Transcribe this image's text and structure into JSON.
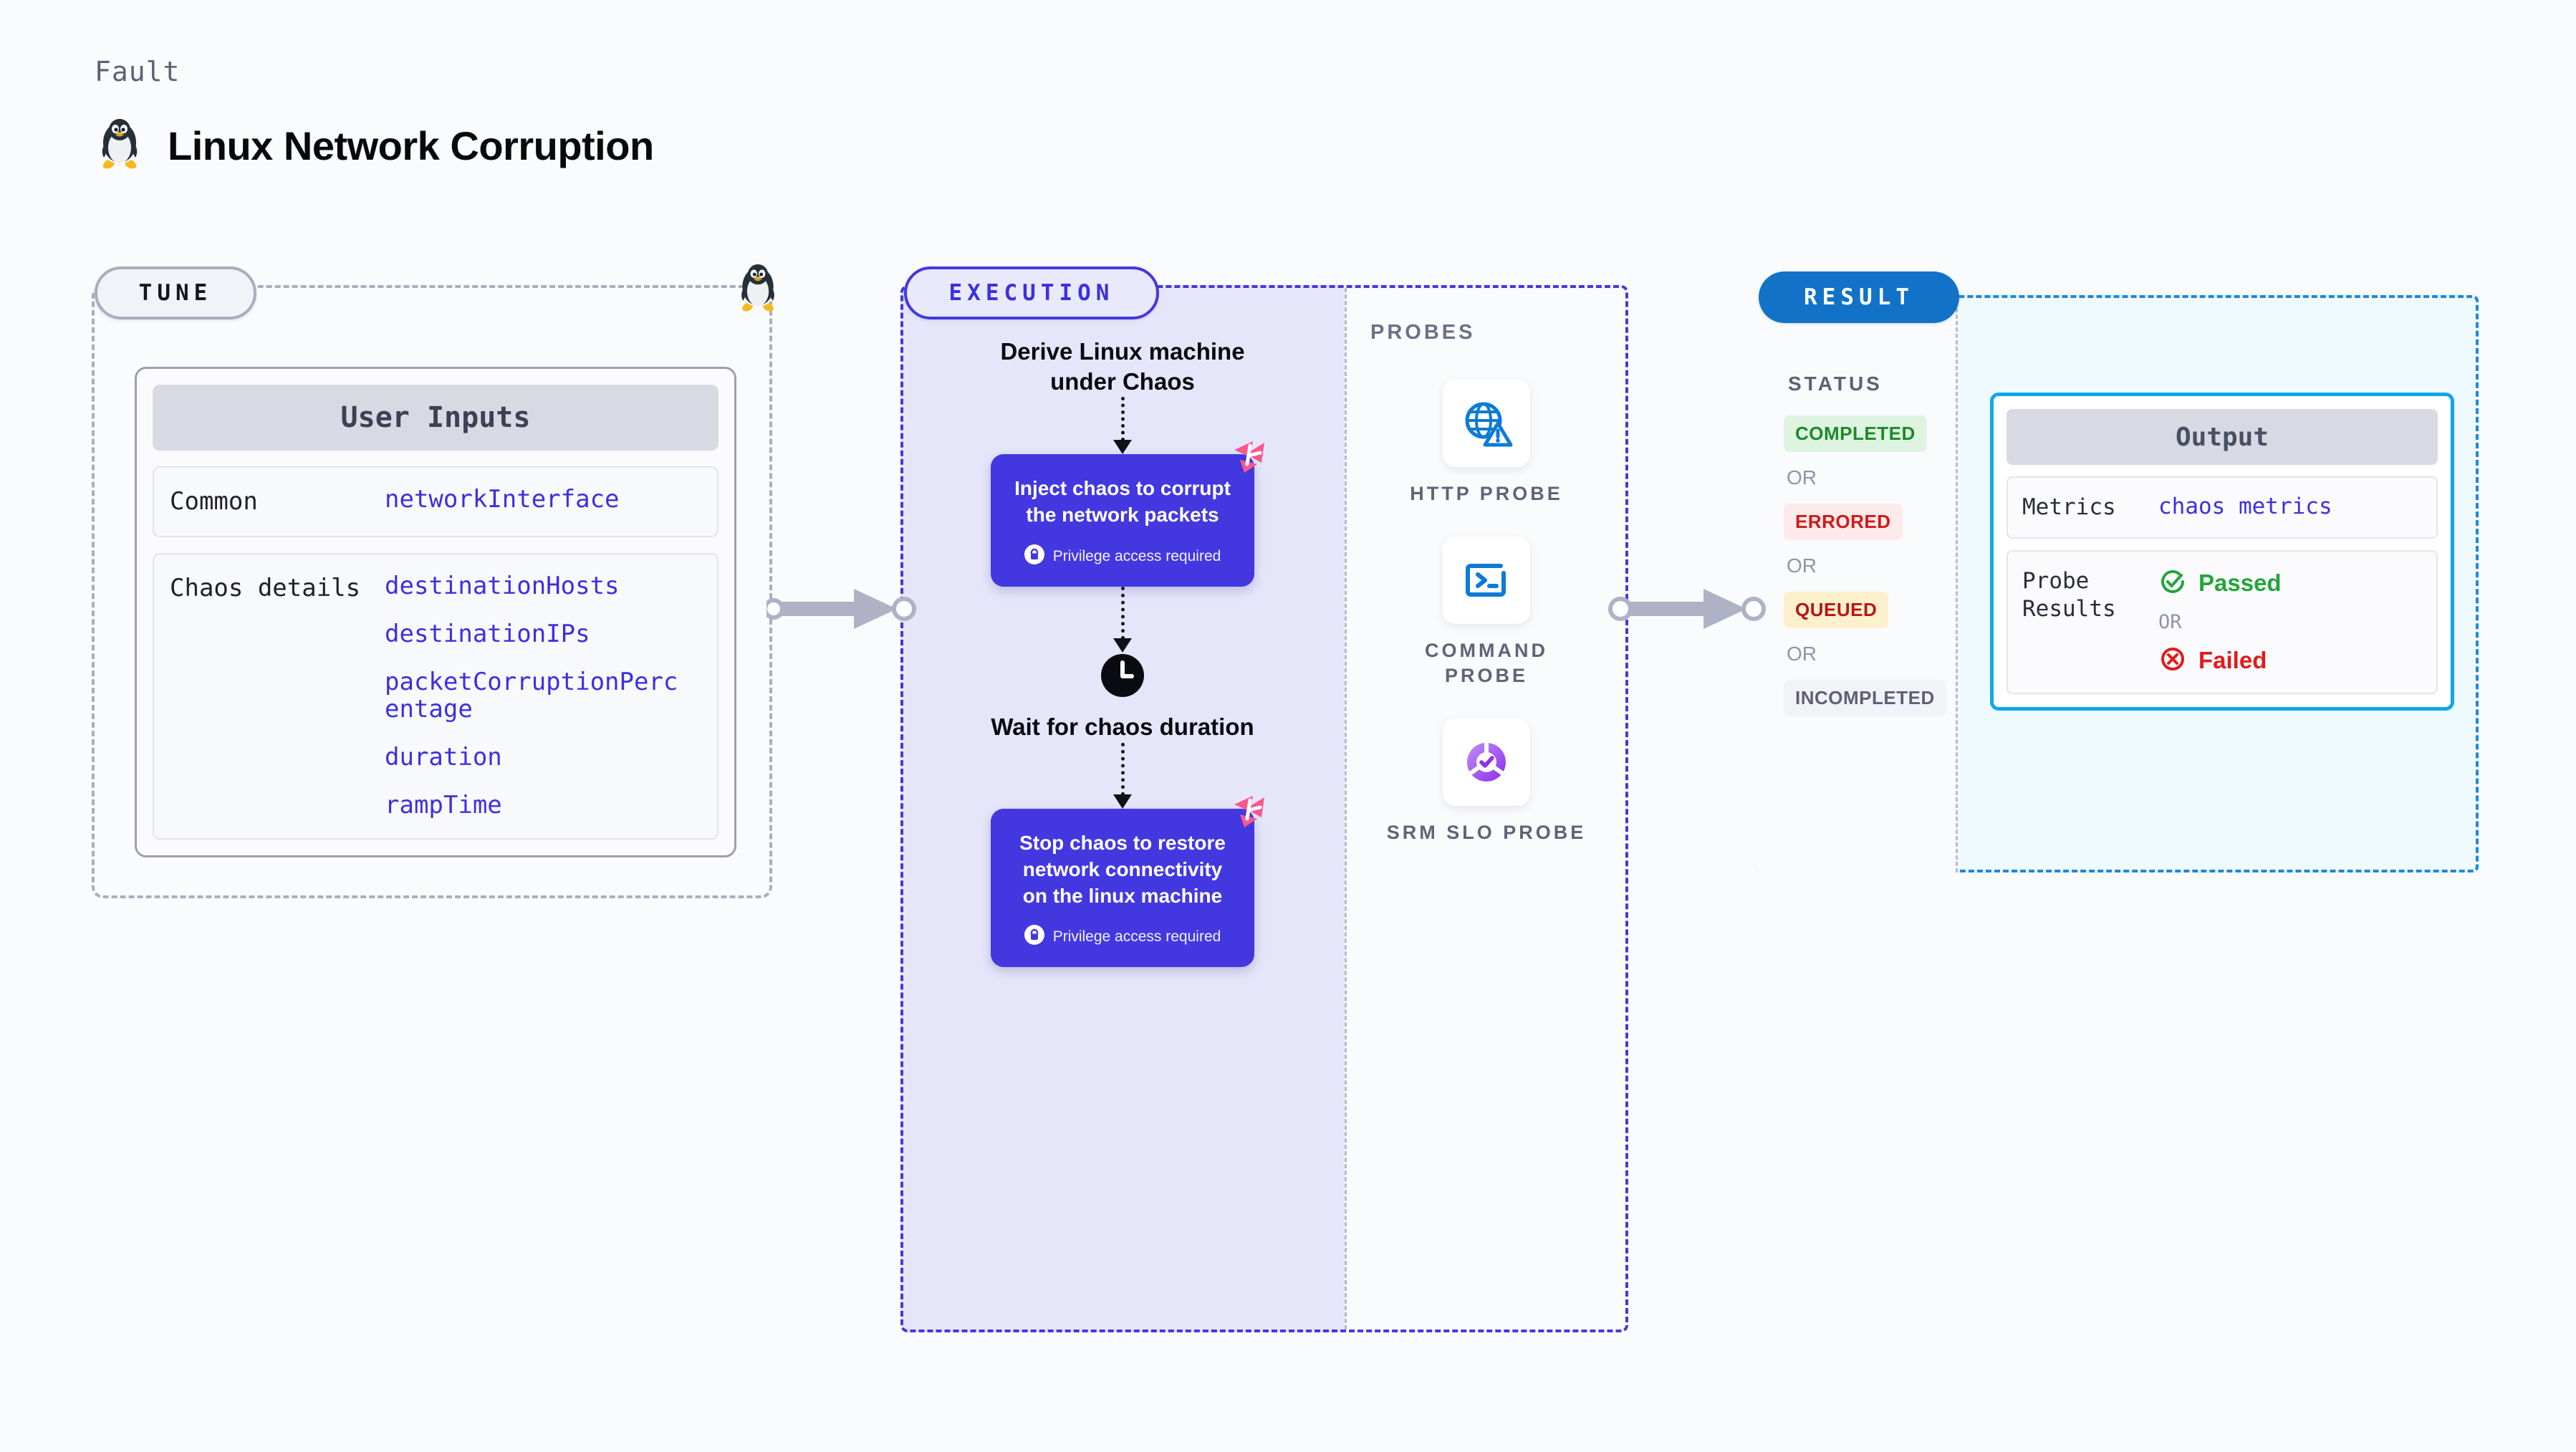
{
  "header": {
    "eyebrow": "Fault",
    "title": "Linux Network Corruption",
    "icon": "tux-penguin-icon"
  },
  "tune": {
    "badge": "TUNE",
    "card_title": "User Inputs",
    "rows": [
      {
        "key": "Common",
        "values": [
          "networkInterface"
        ]
      },
      {
        "key": "Chaos details",
        "values": [
          "destinationHosts",
          "destinationIPs",
          "packetCorruptionPercentage",
          "duration",
          "rampTime"
        ]
      }
    ]
  },
  "execution": {
    "badge": "EXECUTION",
    "steps": {
      "derive_label": "Derive Linux machine under Chaos",
      "inject_title": "Inject chaos to corrupt the network packets",
      "inject_privilege": "Privilege access required",
      "wait_label": "Wait for chaos duration",
      "stop_title": "Stop chaos to restore network connectivity on the linux machine",
      "stop_privilege": "Privilege access required"
    }
  },
  "probes": {
    "label": "PROBES",
    "items": [
      {
        "name": "HTTP PROBE",
        "icon": "globe-warning-icon"
      },
      {
        "name": "COMMAND PROBE",
        "icon": "terminal-prompt-icon"
      },
      {
        "name": "SRM SLO PROBE",
        "icon": "slo-gauge-check-icon"
      }
    ]
  },
  "result": {
    "badge": "RESULT",
    "status_label": "STATUS",
    "or": "OR",
    "statuses": [
      {
        "text": "COMPLETED",
        "bg": "#dff4e0",
        "fg": "#1c8a29"
      },
      {
        "text": "ERRORED",
        "bg": "#fcebea",
        "fg": "#d01919"
      },
      {
        "text": "QUEUED",
        "bg": "#fdf0cd",
        "fg": "#b71616"
      },
      {
        "text": "INCOMPLETED",
        "bg": "#f2f3f8",
        "fg": "#5b6175"
      }
    ],
    "output": {
      "title": "Output",
      "metrics_key": "Metrics",
      "metrics_value": "chaos metrics",
      "probe_results_key": "Probe Results",
      "passed": "Passed",
      "or": "OR",
      "failed": "Failed"
    }
  },
  "colors": {
    "accent_purple": "#4338e0",
    "accent_blue": "#1172c7",
    "output_border": "#10a7e8",
    "litmus_pink": "#f9578e",
    "mono_value": "#3b30e0"
  }
}
